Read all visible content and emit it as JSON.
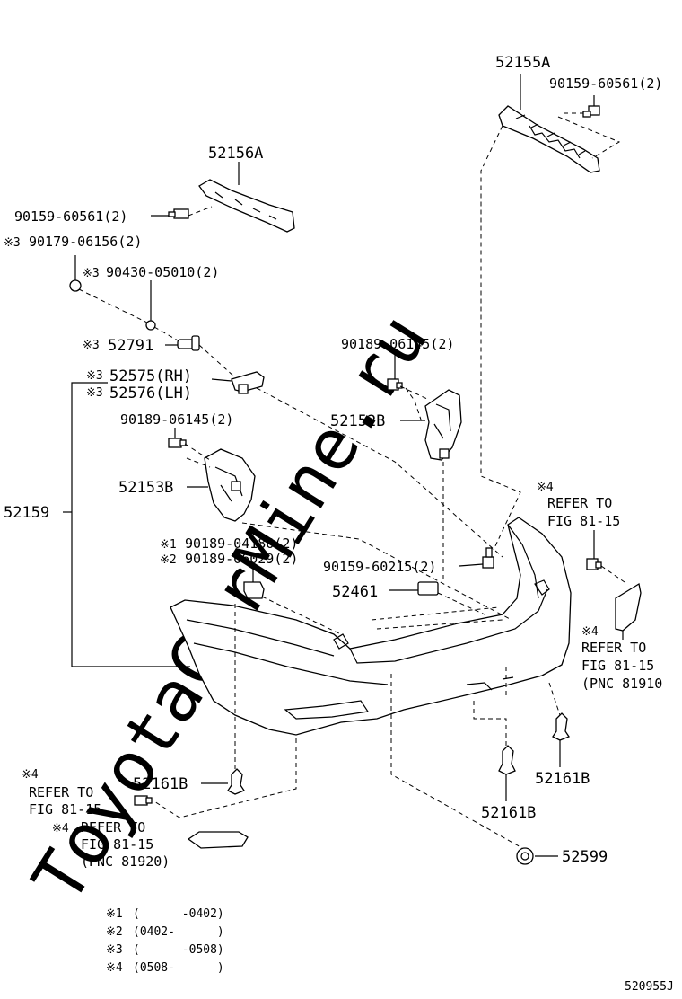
{
  "watermark": "ToyotaCarMine.ru",
  "parts": {
    "p52155A": "52155A",
    "p90159_60561_top": "90159-60561(2)",
    "p52156A": "52156A",
    "p90159_60561_left": "90159-60561(2)",
    "p90179_06156": "90179-06156(2)",
    "p90430_05010": "90430-05010(2)",
    "p52791": "52791",
    "p52575": "52575(RH)",
    "p52576": "52576(LH)",
    "p90189_06145_left": "90189-06145(2)",
    "p52153B": "52153B",
    "p52159": "52159",
    "p90189_04186": "90189-04186(2)",
    "p90189_06029": "90189-06029(2)",
    "p90189_06145_right": "90189-06145(2)",
    "p52152B": "52152B",
    "p90159_60215": "90159-60215(2)",
    "p52461": "52461",
    "p52161B_left": "52161B",
    "p52161B_mid": "52161B",
    "p52161B_right": "52161B",
    "p52599": "52599"
  },
  "marks": {
    "m1": "※1",
    "m2": "※2",
    "m3": "※3",
    "m4": "※4"
  },
  "refs": {
    "refer_to": "REFER TO",
    "fig_81_15": "FIG 81-15",
    "pnc_81910": "(PNC 81910",
    "pnc_81920": "(PNC 81920)"
  },
  "legend": [
    {
      "mark": "※1",
      "range": "(      -0402)"
    },
    {
      "mark": "※2",
      "range": "(0402-      )"
    },
    {
      "mark": "※3",
      "range": "(      -0508)"
    },
    {
      "mark": "※4",
      "range": "(0508-      )"
    }
  ],
  "figure_id": "520955J"
}
